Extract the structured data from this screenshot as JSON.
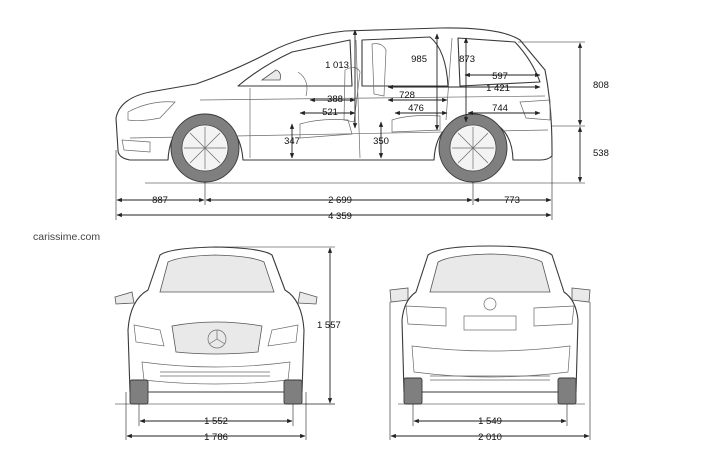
{
  "watermark": "carissime.com",
  "side_view": {
    "interior": {
      "front_headroom": "1 013",
      "rear_headroom": "985",
      "boot_height": "873",
      "front_knee": "388",
      "front_seat": "521",
      "front_seat_height": "347",
      "rear_legroom": "728",
      "rear_seat": "476",
      "rear_seat_height": "350",
      "boot_length_top": "597",
      "boot_length_floor": "1 421",
      "boot_length_mid": "744"
    },
    "upper_height": "808",
    "lower_height": "538",
    "front_overhang": "887",
    "wheelbase": "2 699",
    "rear_overhang": "773",
    "total_length": "4 359"
  },
  "front_view": {
    "height": "1 557",
    "front_track": "1 552",
    "width": "1 786"
  },
  "rear_view": {
    "rear_track": "1 549",
    "width_mirrors": "2 010"
  }
}
